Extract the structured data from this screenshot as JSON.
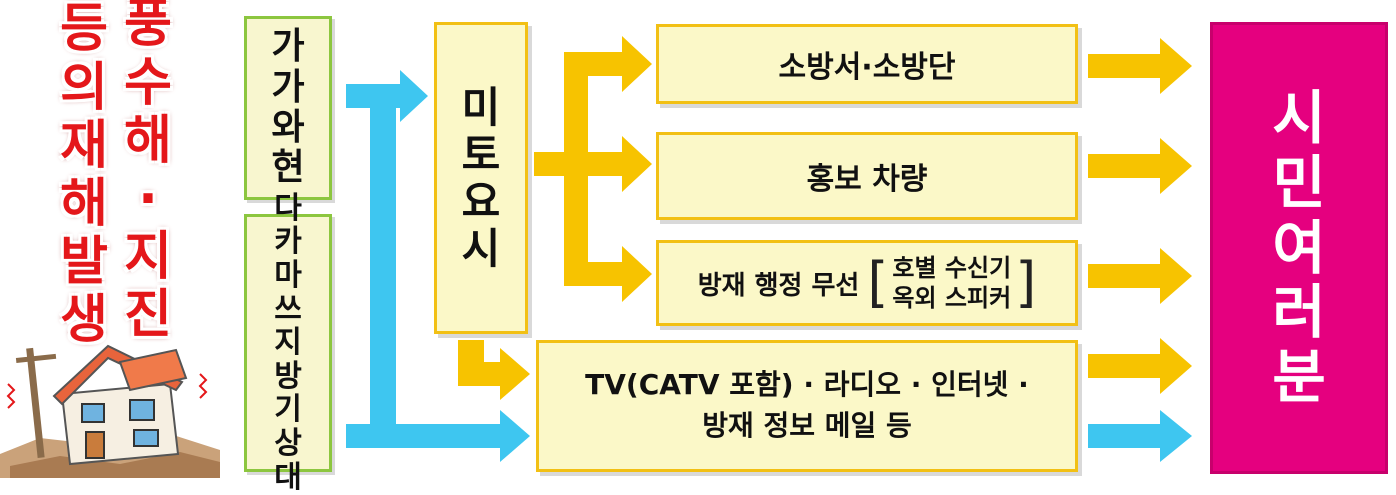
{
  "left_title": {
    "col_right": [
      "풍",
      "수",
      "해",
      "·",
      "지",
      "진"
    ],
    "col_left": [
      "등",
      "의",
      "재",
      "해",
      "발",
      "생"
    ]
  },
  "sources": {
    "kofu": [
      "가",
      "가",
      "와",
      "현"
    ],
    "jma": [
      "다",
      "카",
      "마",
      "쓰",
      "지",
      "방",
      "기",
      "상",
      "대"
    ]
  },
  "city": [
    "미",
    "토",
    "요",
    "시"
  ],
  "channels": {
    "fire": "소방서·소방단",
    "pr": "홍보 차량",
    "radio_main": "방재 행정 무선",
    "radio_sub1": "호별 수신기",
    "radio_sub2": "옥외 스피커",
    "media_line1": "TV(CATV 포함) · 라디오 · 인터넷 ·",
    "media_line2": "방재 정보 메일 등"
  },
  "citizens": [
    "시",
    "민",
    "여",
    "러",
    "분"
  ],
  "colors": {
    "yellow_arrow": "#f7c300",
    "blue_arrow": "#3ec6f0",
    "green_border": "#8cc63f",
    "pink": "#e5007f",
    "red_text": "#e4171a"
  }
}
